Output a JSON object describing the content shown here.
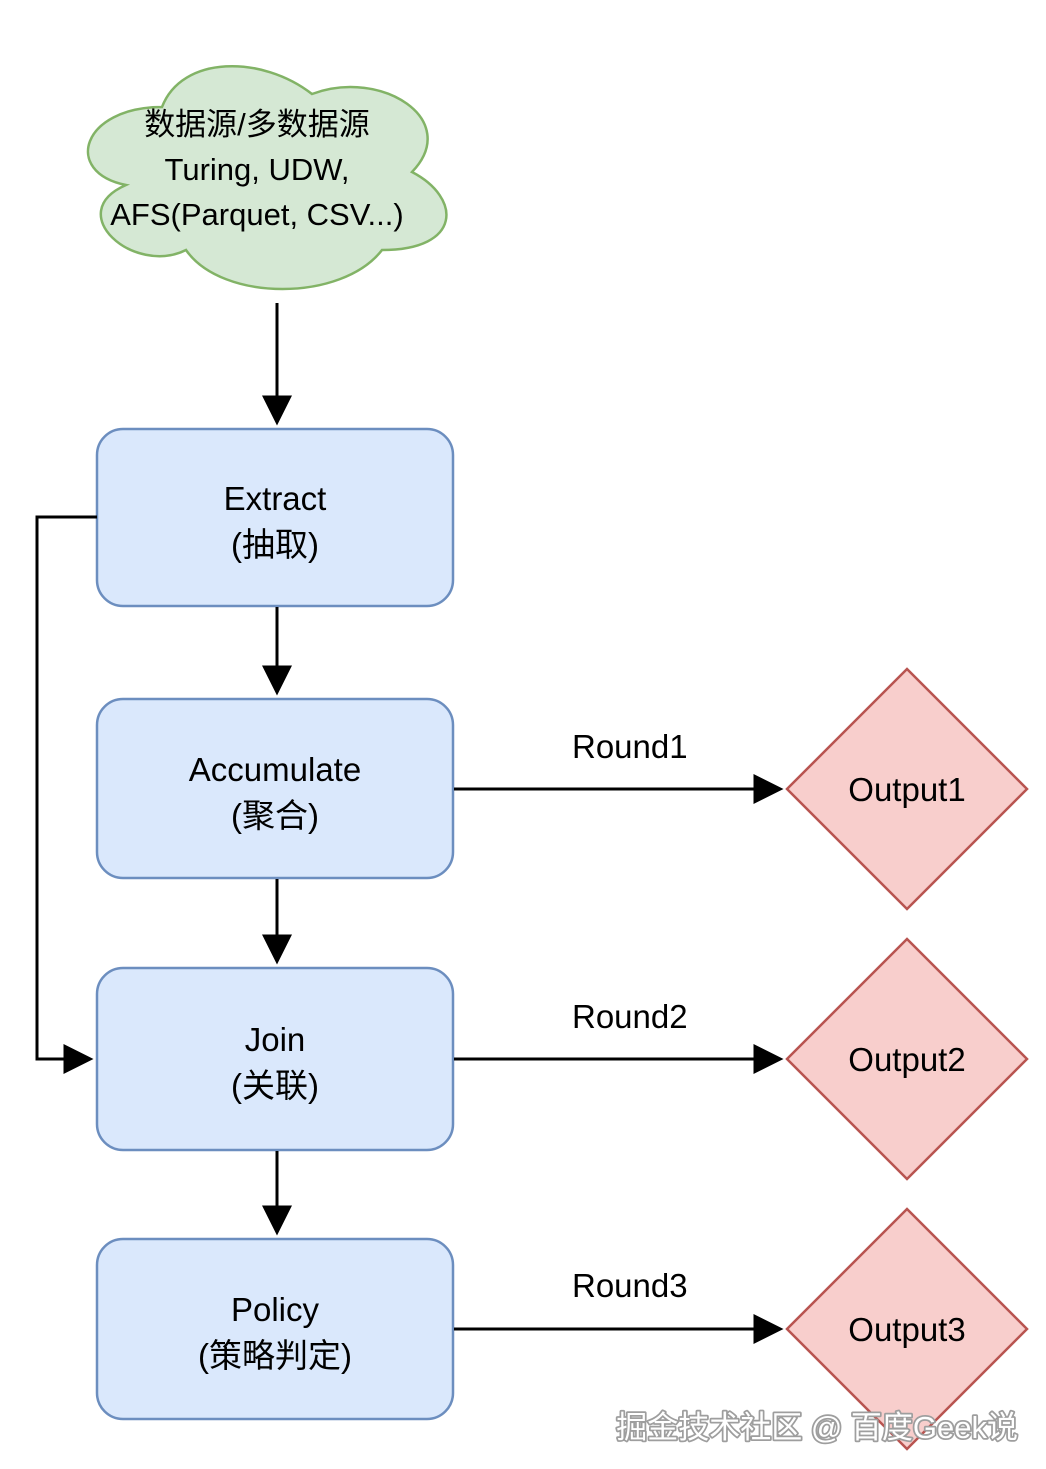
{
  "cloud": {
    "line1": "数据源/多数据源",
    "line2": "Turing, UDW,",
    "line3": "AFS(Parquet, CSV...)"
  },
  "stages": {
    "extract": {
      "name": "Extract",
      "zh": "(抽取)"
    },
    "accumulate": {
      "name": "Accumulate",
      "zh": "(聚合)"
    },
    "join": {
      "name": "Join",
      "zh": "(关联)"
    },
    "policy": {
      "name": "Policy",
      "zh": "(策略判定)"
    }
  },
  "outputs": {
    "o1": "Output1",
    "o2": "Output2",
    "o3": "Output3"
  },
  "edge_labels": {
    "r1": "Round1",
    "r2": "Round2",
    "r3": "Round3"
  },
  "watermark": "掘金技术社区 @ 百度Geek说",
  "colors": {
    "cloud_fill": "#d5e8d4",
    "cloud_stroke": "#82b366",
    "stage_fill": "#dae8fc",
    "stage_stroke": "#6c8ebf",
    "output_fill": "#f8cecc",
    "output_stroke": "#b85450",
    "arrow": "#000000",
    "watermark_fill": "#ffffff",
    "watermark_stroke": "#9e9e9e"
  }
}
